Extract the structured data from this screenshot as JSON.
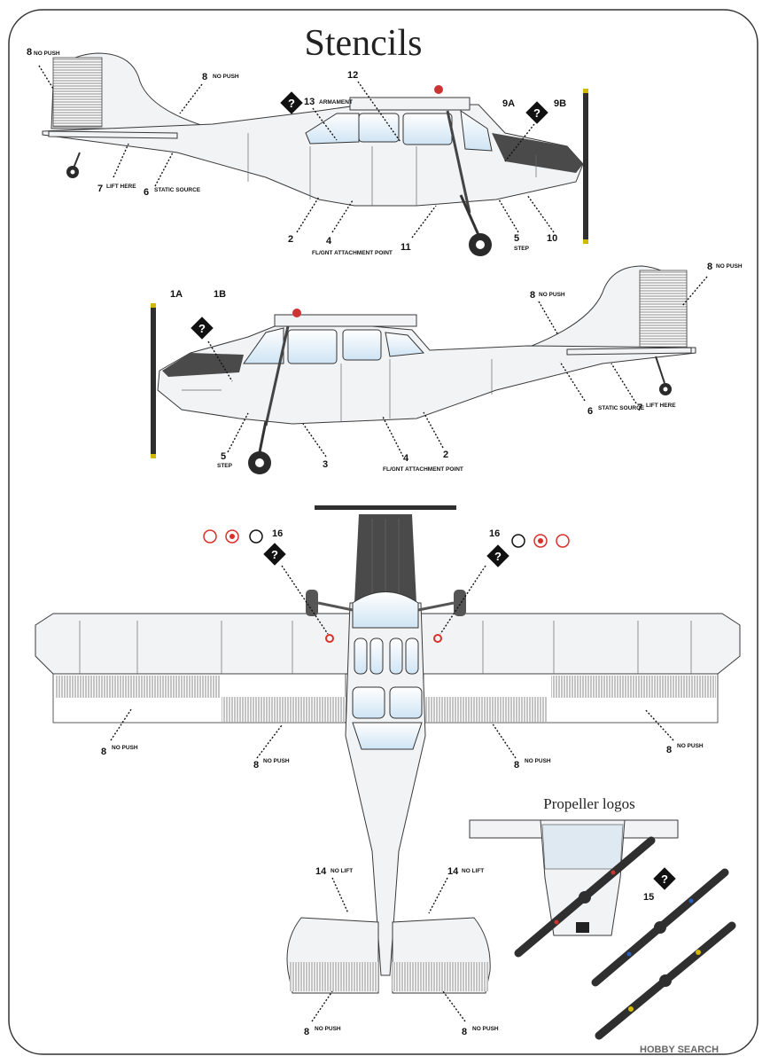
{
  "title": "Stencils",
  "subtitle_propeller": "Propeller logos",
  "watermark": "HOBBY SEARCH",
  "side_view_right": [
    {
      "num": "8",
      "text": "NO PUSH"
    },
    {
      "num": "8",
      "text": "NO PUSH"
    },
    {
      "num": "12",
      "text": ""
    },
    {
      "num": "13",
      "text": "ARMAMENT"
    },
    {
      "num": "9A",
      "text": ""
    },
    {
      "num": "9B",
      "text": ""
    },
    {
      "num": "7",
      "text": "LIFT HERE"
    },
    {
      "num": "6",
      "text": "STATIC SOURCE"
    },
    {
      "num": "2",
      "text": ""
    },
    {
      "num": "4",
      "text": "FL/GNT ATTACHMENT POINT"
    },
    {
      "num": "11",
      "text": ""
    },
    {
      "num": "5",
      "text": "STEP"
    },
    {
      "num": "10",
      "text": ""
    }
  ],
  "side_view_left": [
    {
      "num": "1A",
      "text": ""
    },
    {
      "num": "1B",
      "text": ""
    },
    {
      "num": "8",
      "text": "NO PUSH"
    },
    {
      "num": "8",
      "text": "NO PUSH"
    },
    {
      "num": "6",
      "text": "STATIC SOURCE"
    },
    {
      "num": "7",
      "text": "LIFT HERE"
    },
    {
      "num": "5",
      "text": "STEP"
    },
    {
      "num": "3",
      "text": ""
    },
    {
      "num": "4",
      "text": "FL/GNT ATTACHMENT POINT"
    },
    {
      "num": "2",
      "text": ""
    }
  ],
  "top_view": [
    {
      "num": "16",
      "text": ""
    },
    {
      "num": "16",
      "text": ""
    },
    {
      "num": "8",
      "text": "NO PUSH"
    },
    {
      "num": "8",
      "text": "NO PUSH"
    },
    {
      "num": "8",
      "text": "NO PUSH"
    },
    {
      "num": "8",
      "text": "NO PUSH"
    },
    {
      "num": "14",
      "text": "NO LIFT"
    },
    {
      "num": "14",
      "text": "NO LIFT"
    },
    {
      "num": "8",
      "text": "NO PUSH"
    },
    {
      "num": "8",
      "text": "NO PUSH"
    }
  ],
  "propeller": {
    "num": "15"
  },
  "colors": {
    "glass": "#cfe4f4",
    "body": "#f2f3f5",
    "dark_paint": "#4a4a4a",
    "roundel_red": "#d9302a"
  }
}
